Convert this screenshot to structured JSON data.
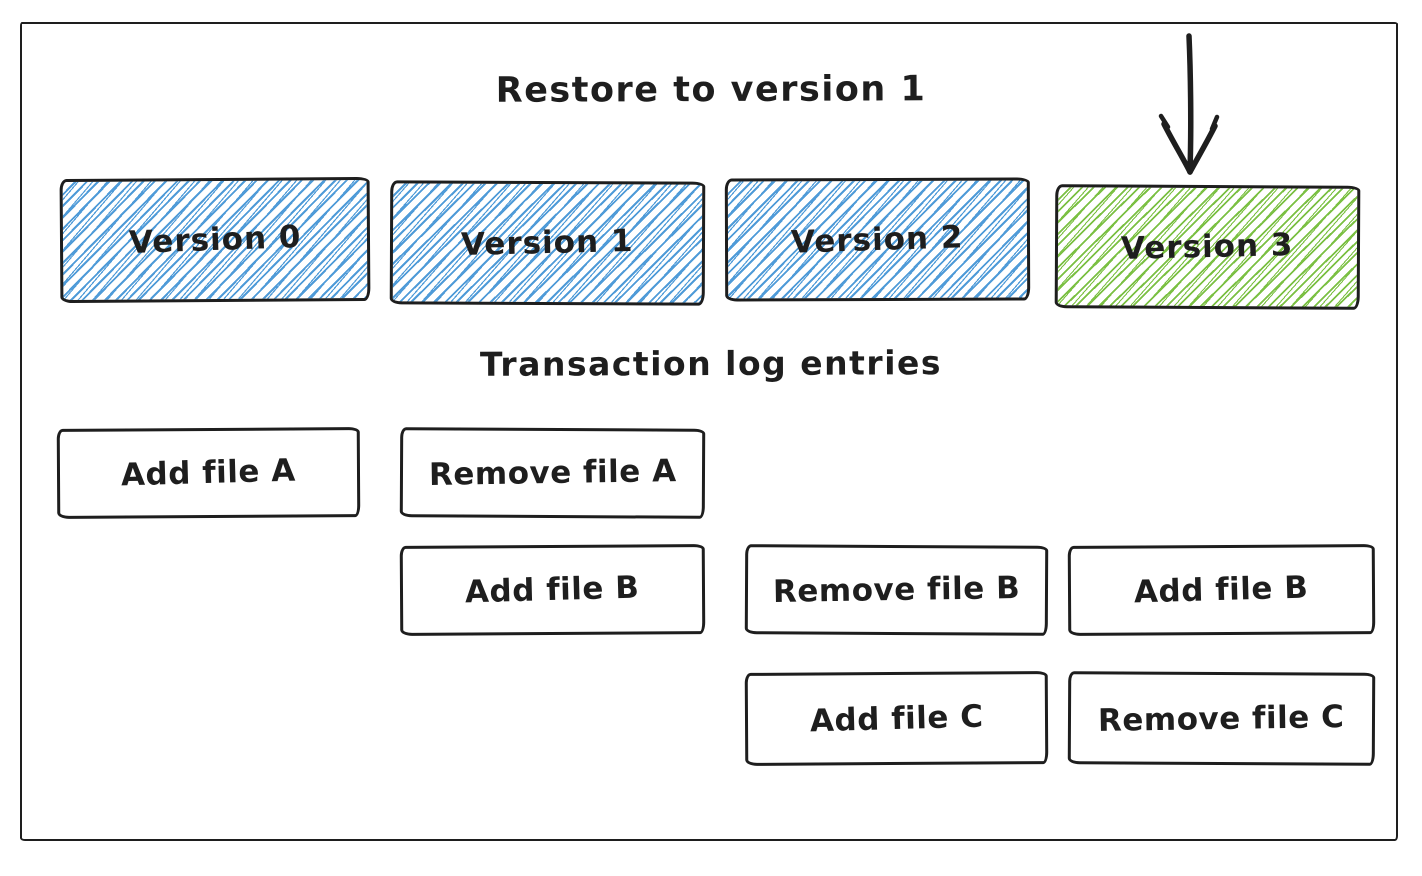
{
  "diagram": {
    "title": "Restore to version 1",
    "subtitle": "Transaction log entries"
  },
  "colors": {
    "stroke": "#1e1e1e",
    "blue_hatch": "#4f9bd8",
    "green_hatch": "#7bc043",
    "background": "#ffffff"
  },
  "versions": [
    {
      "label": "Version 0",
      "fill": "blue"
    },
    {
      "label": "Version 1",
      "fill": "blue"
    },
    {
      "label": "Version 2",
      "fill": "blue"
    },
    {
      "label": "Version 3",
      "fill": "green"
    }
  ],
  "log_entries": [
    {
      "label": "Add file A"
    },
    {
      "label": "Remove file A"
    },
    {
      "label": "Add file B"
    },
    {
      "label": "Remove file B"
    },
    {
      "label": "Add file B"
    },
    {
      "label": "Add file C"
    },
    {
      "label": "Remove file C"
    }
  ]
}
